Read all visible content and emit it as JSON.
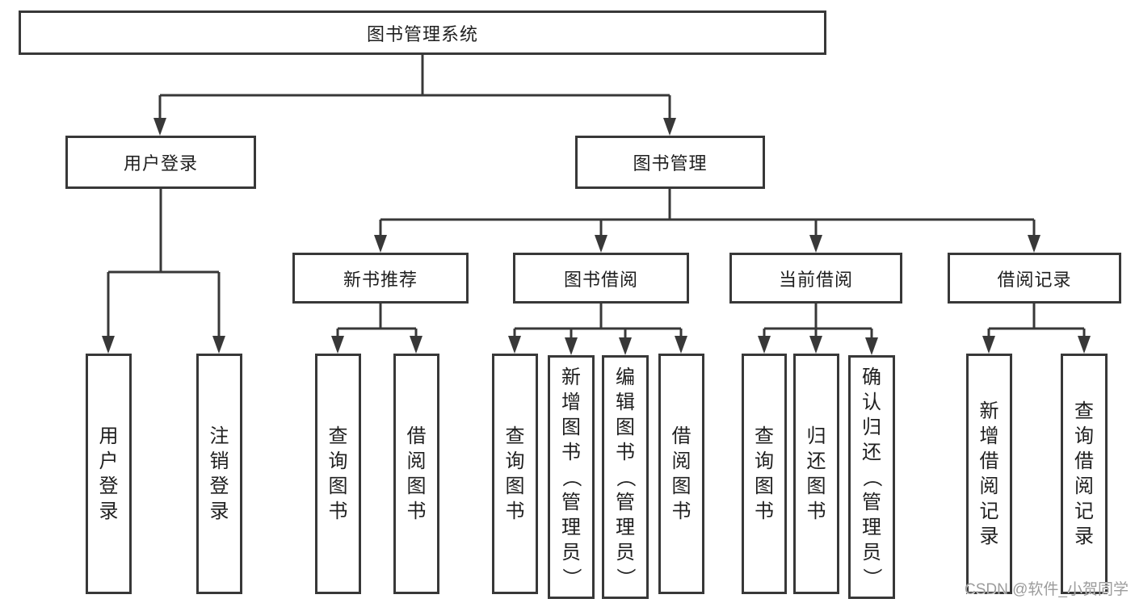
{
  "nodes": {
    "root": "图书管理系统",
    "user_login": "用户登录",
    "book_mgmt": "图书管理",
    "new_book_rec": "新书推荐",
    "book_borrow": "图书借阅",
    "current_borrow": "当前借阅",
    "borrow_records": "借阅记录",
    "leaf_user_login": "用户登录",
    "leaf_logout": "注销登录",
    "leaf_query_books_a": "查询图书",
    "leaf_borrow_books_a": "借阅图书",
    "leaf_query_books_b": "查询图书",
    "leaf_add_books": "新增图书（管理员）",
    "leaf_edit_books": "编辑图书（管理员）",
    "leaf_borrow_books_b": "借阅图书",
    "leaf_query_books_c": "查询图书",
    "leaf_return_books": "归还图书",
    "leaf_confirm_return": "确认归还（管理员）",
    "leaf_add_borrow_record": "新增借阅记录",
    "leaf_query_borrow_record": "查询借阅记录"
  },
  "watermark": "CSDN @软件_小贺同学",
  "colors": {
    "line": "#383838",
    "text": "#1f1f1f",
    "watermark_text": "#9c9c9c",
    "background": "#ffffff"
  }
}
